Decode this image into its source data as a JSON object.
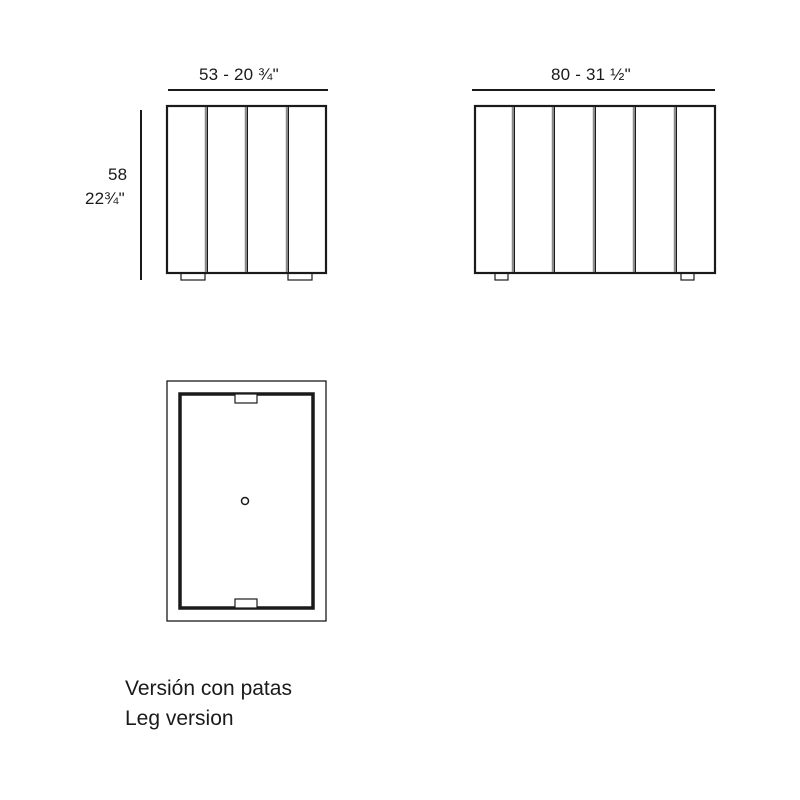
{
  "front_view_narrow": {
    "width_label": "53 - 20 ¾\"",
    "height_label_cm": "58",
    "height_label_in": "22¾\"",
    "panels": 4
  },
  "front_view_wide": {
    "width_label": "80 - 31 ½\"",
    "panels": 6
  },
  "plan_view": {
    "center_mark": "circle",
    "leg_tabs": 2
  },
  "caption": {
    "line1": "Versión con patas",
    "line2": "Leg version"
  },
  "colors": {
    "line": "#1a1a1a",
    "divider_gray": "#8a8a8a",
    "background": "#ffffff"
  }
}
